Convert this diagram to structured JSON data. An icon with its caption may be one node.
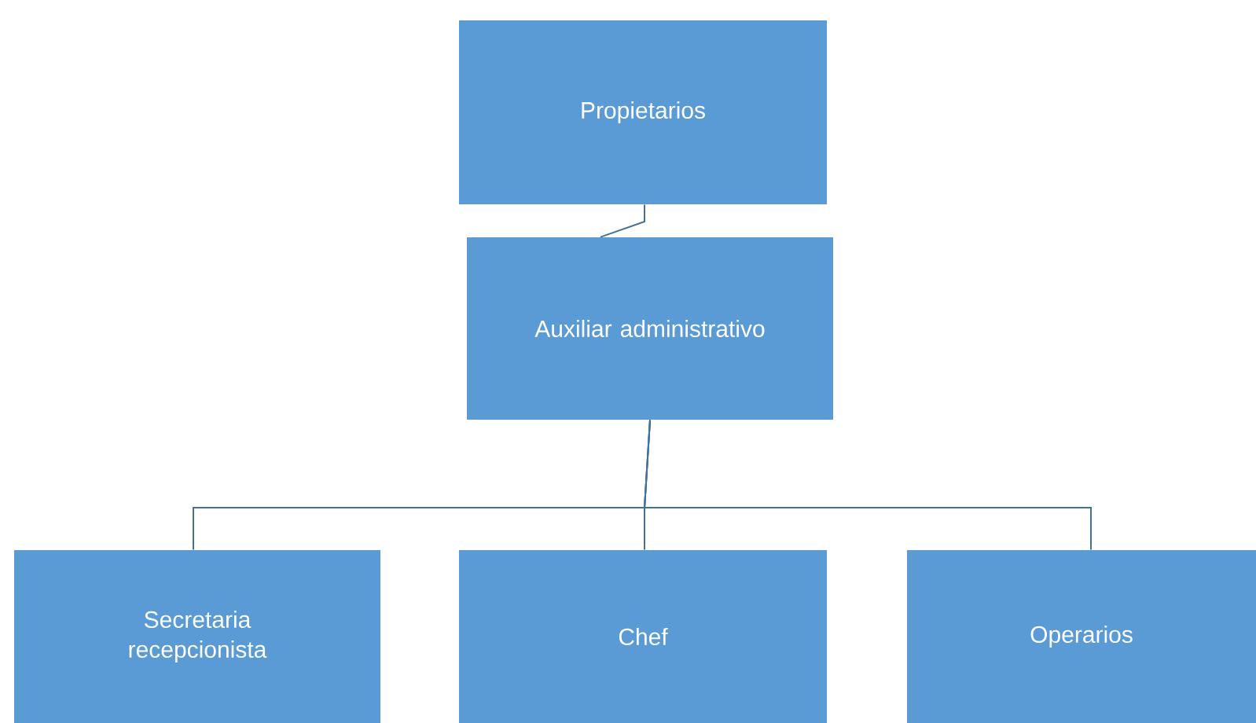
{
  "diagram": {
    "nodes": [
      {
        "text": [
          "Propietarios"
        ]
      },
      {
        "text": [
          "Auxiliar administrativo"
        ]
      },
      {
        "text": [
          "Secretaria recepcionista"
        ]
      },
      {
        "text": [
          "Chef"
        ]
      },
      {
        "text": [
          "Operarios"
        ]
      }
    ],
    "edges": [
      {
        "from": 0,
        "to": 1,
        "arrow": "none"
      },
      {
        "from": 1,
        "to": 2,
        "arrow": "none"
      },
      {
        "from": 1,
        "to": 3,
        "arrow": "none"
      },
      {
        "from": 1,
        "to": 4,
        "arrow": "none"
      }
    ]
  }
}
